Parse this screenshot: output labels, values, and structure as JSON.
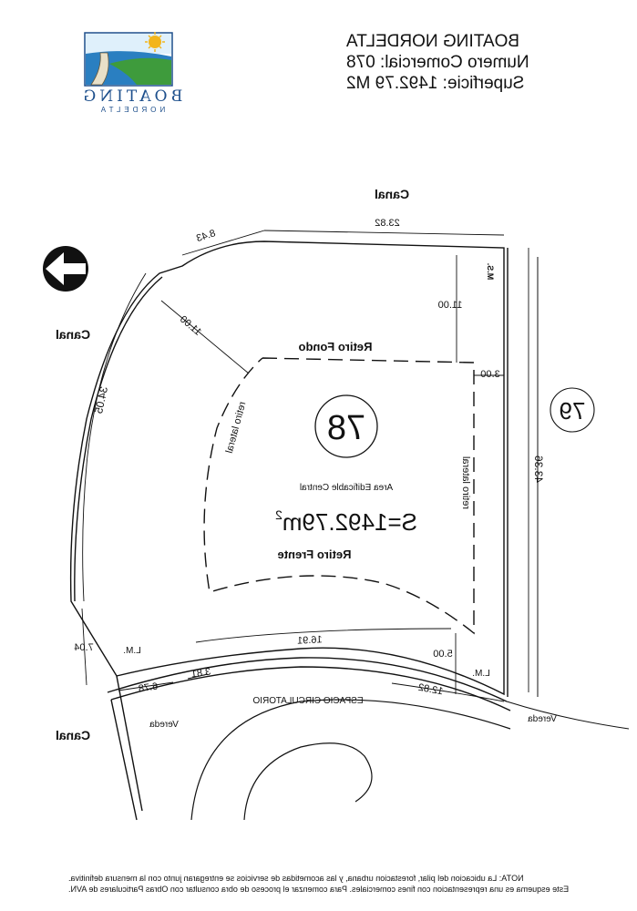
{
  "header": {
    "title": "BOATING NORDELTA",
    "numero": "Numero Comercial: 078",
    "superficie": "Superficie:  1492.79 M2"
  },
  "logo": {
    "name": "BOATING",
    "sub": "NORDELTA",
    "colors": {
      "blue": "#1d4f8c",
      "green": "#3e9b3c",
      "sun": "#f2b51c",
      "sea": "#2a7fc1"
    }
  },
  "labels": {
    "canal_top": "Canal",
    "canal_left": "Canal",
    "canal_bottom": "Canal",
    "lot_number": "78",
    "neighbor_lot": "79",
    "retiro_fondo": "Retiro Fondo",
    "retiro_frente": "Retiro Frente",
    "retiro_lateral_left": "retiro lateral",
    "retiro_lateral_right": "retiro lateral",
    "area_edificable": "Area Edificable Central",
    "surface": "S=1492.79m",
    "surface_sup": "2",
    "espacio": "ESPACIO CIRCULATORIO",
    "vereda_left": "Vereda",
    "vereda_right": "Vereda",
    "lm_left": "L.M.",
    "lm_right": "L.M.",
    "ms": "M.S."
  },
  "dimensions": {
    "d_23_82": "23.82",
    "d_8_43": "8.43",
    "d_11_00_left": "11.00",
    "d_11_00_right": "11.00",
    "d_3_00": "3.00",
    "d_34_05": "34.05",
    "d_43_36": "43.36",
    "d_16_91": "16.91",
    "d_5_00": "5.00",
    "d_7_04": "7.04",
    "d_6_78": "6.78",
    "d_3_81": "3.81",
    "d_12_82": "12.82"
  },
  "note": {
    "line1": "NOTA: La ubicacion del pilar, forestacion urbana, y las acometidas de servicios se entregaran junto con la mensura definitiva.",
    "line2": "Este esquema es una representacion con fines comerciales. Para comenzar el proceso de obra consultar con Obras Particulares de AVN."
  },
  "icons": {
    "north_arrow": "north-arrow-icon"
  }
}
